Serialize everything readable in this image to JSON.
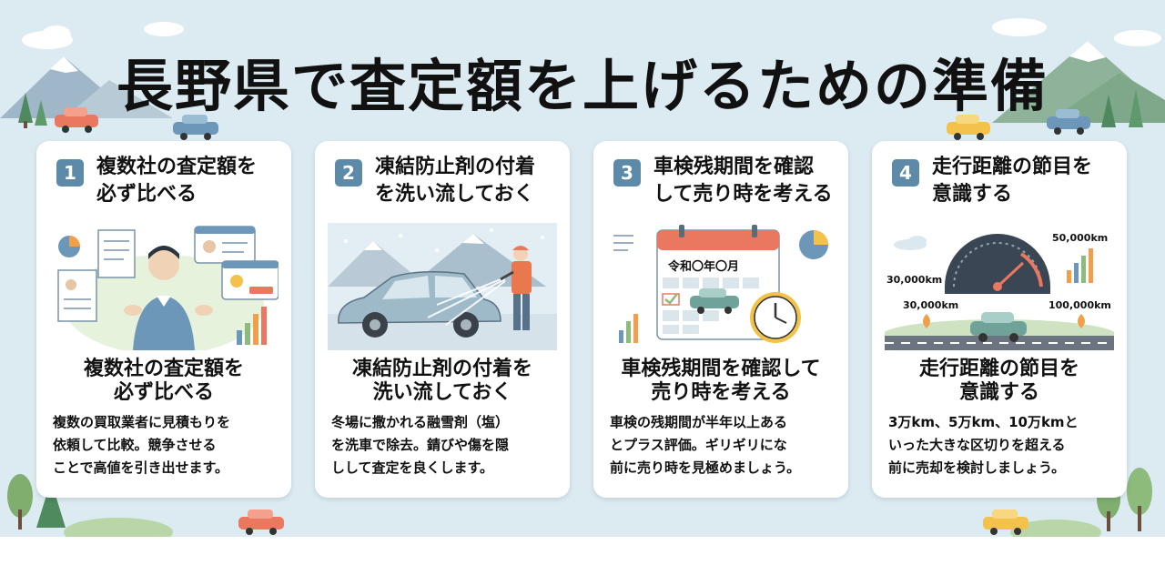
{
  "title": "長野県で査定額を上げるための準備",
  "colors": {
    "background": "#dcebf2",
    "badge": "#5d8aa8",
    "card": "#ffffff"
  },
  "cards": [
    {
      "number": "1",
      "heading": "複数社の査定額を\n必ず比べる",
      "subheading": "複数社の査定額を\n必ず比べる",
      "description": "複数の買取業者に見積もりを\n依頼して比較。競争させる\nことで高値を引き出せます。"
    },
    {
      "number": "2",
      "heading": "凍結防止剤の付着\nを洗い流しておく",
      "subheading": "凍結防止剤の付着を\n洗い流しておく",
      "description": "冬場に撒かれる融雪剤（塩）\nを洗車で除去。錆びや傷を隠\nしして査定を良くします。"
    },
    {
      "number": "3",
      "heading": "車検残期間を確認\nして売り時を考える",
      "subheading": "車検残期間を確認して\n売り時を考える",
      "description": "車検の残期間が半年以上ある\nとプラス評価。ギリギリにな\n前に売り時を見極めましょう。",
      "calendar_label": "令和〇年〇月"
    },
    {
      "number": "4",
      "heading": "走行距離の節目を\n意識する",
      "subheading": "走行距離の節目を\n意識する",
      "description": "3万km、5万km、10万kmと\nいった大きな区切りを超える\n前に売却を検討しましょう。",
      "labels": {
        "gauge_left": "30,000km",
        "gauge_right": "50,000km",
        "road_left": "30,000km",
        "road_right": "100,000km"
      }
    }
  ]
}
